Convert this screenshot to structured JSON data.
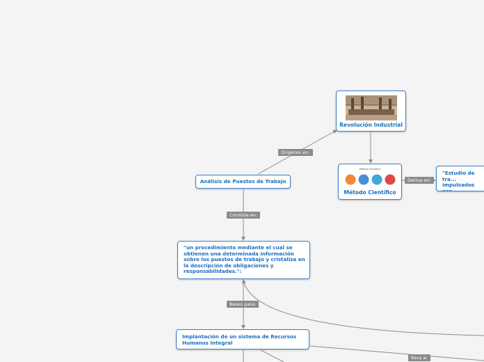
{
  "topics": {
    "revolucion": "Revolución Industrial",
    "metodo": "Método Científico",
    "metodo_caption": "Método Científico",
    "analisis": "Análisis de Puestos de Trabajo",
    "procedimiento": "\"un procedimiento mediante el cual se obtienen una determinada información sobre los puestos de trabajo y cristaliza en la descripción de obligaciones y responsabilidades.\":",
    "implantacion": "Implantación de un sistema de Recursos Humanos Integral",
    "estudio": "\"Estudio de tra... impulsados por... producción\" ›"
  },
  "connectors": {
    "origenes": "Orígenes en:",
    "deriva": "Deriva en:",
    "consiste": "Consiste en:",
    "bases": "Bases para:",
    "lleva": "lleva a:"
  },
  "colors": {
    "node_border": "#3c7fc9",
    "node_text": "#1f6fbd",
    "connector_bg": "#8a8a8a",
    "line": "#8c8c8c",
    "circles": [
      "#f0883a",
      "#4a8ed6",
      "#3fa7d9",
      "#e04848"
    ]
  }
}
